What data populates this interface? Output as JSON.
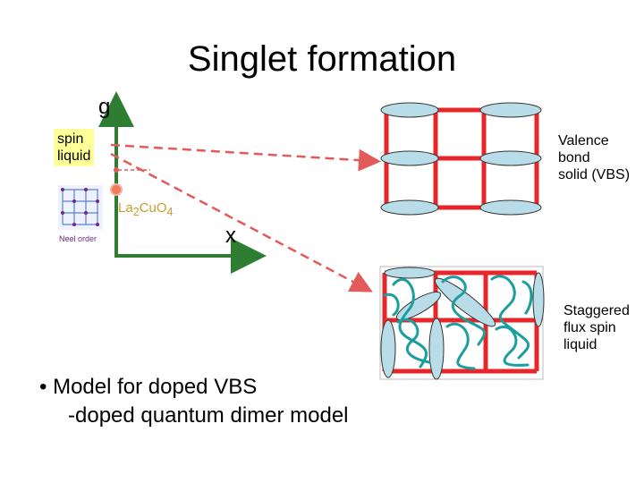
{
  "title": "Singlet formation",
  "axes": {
    "y_label": "g",
    "x_label": "x"
  },
  "spin_liquid_label": [
    "spin",
    "liquid"
  ],
  "la_label": {
    "base": "La",
    "sub1": "2",
    "mid": "CuO",
    "sub2": "4"
  },
  "neel_label": "Neel order",
  "vbs_label": [
    "Valence",
    "bond",
    "solid (VBS)"
  ],
  "staggered_label": [
    "Staggered",
    "flux spin",
    "liquid"
  ],
  "bullets": [
    "• Model for doped VBS",
    "-doped quantum dimer model"
  ],
  "colors": {
    "axis": "#2e7d32",
    "lattice": "#e8262a",
    "dimer": "#b9dde8",
    "dashed": "#e35a5a",
    "flux": "#1a9e9e",
    "point": "#f07a5a",
    "highlight": "#ffff99"
  }
}
